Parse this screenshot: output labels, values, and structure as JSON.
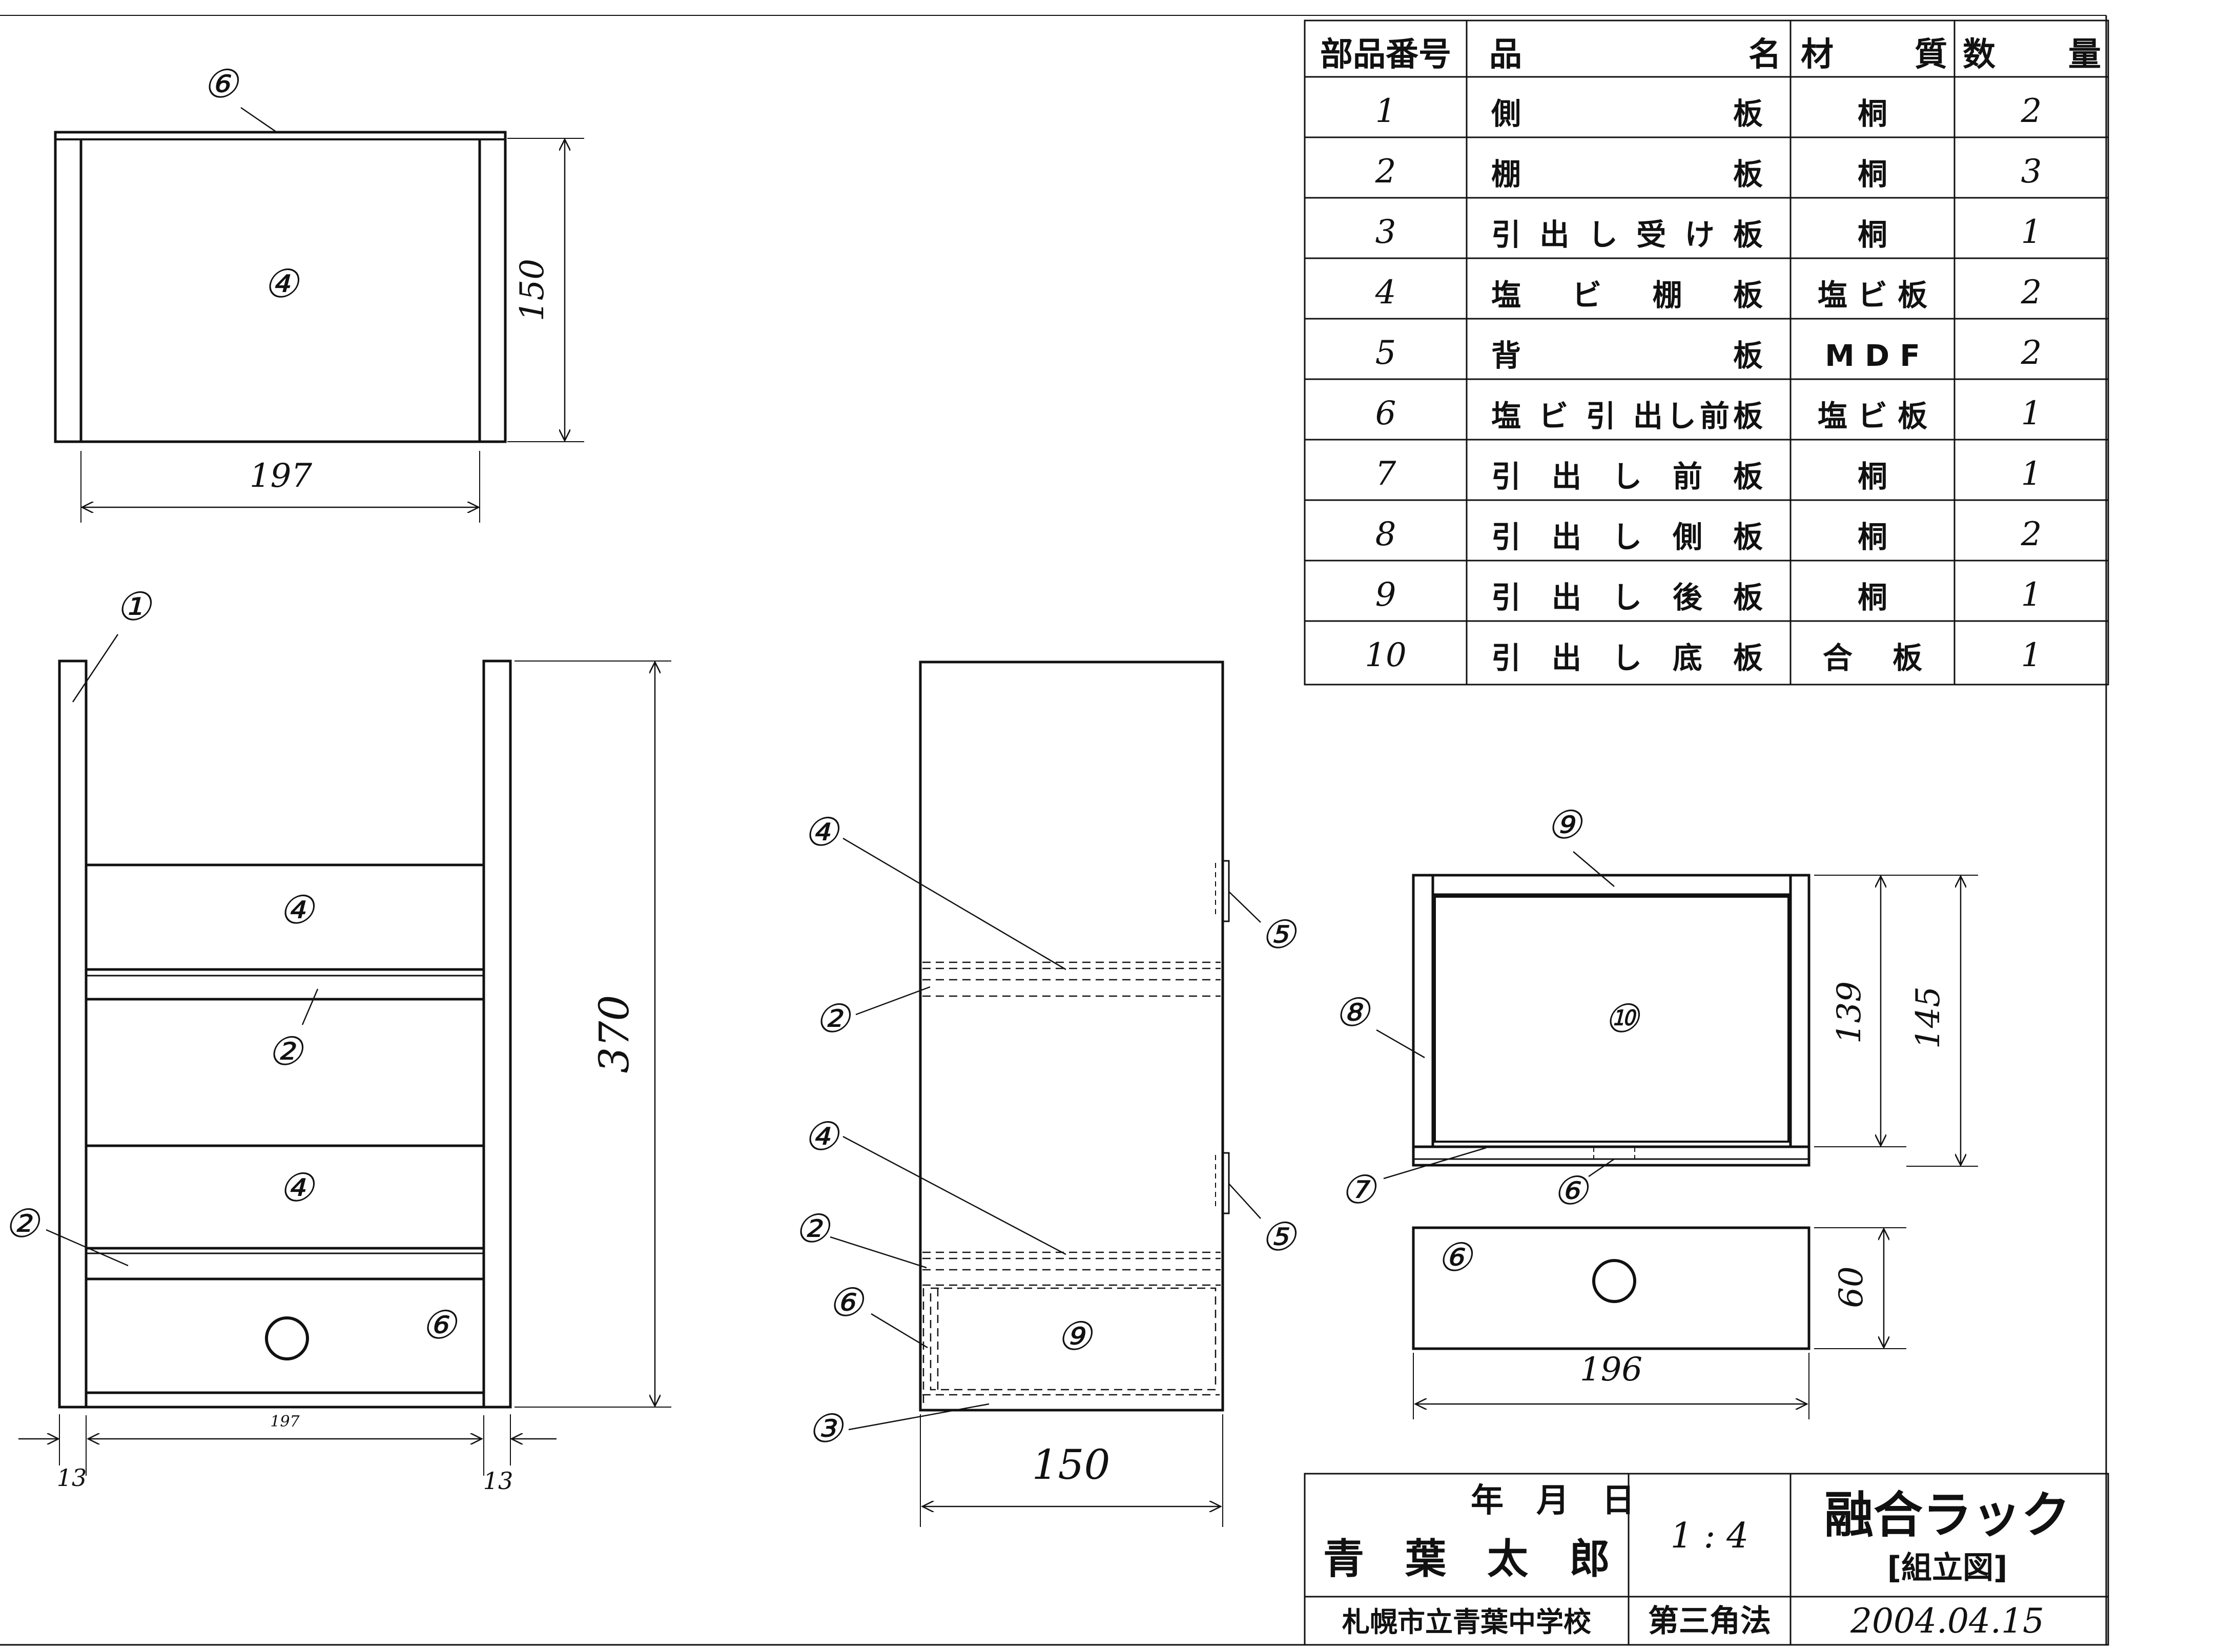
{
  "parts_table": {
    "headers": {
      "no": "部品番号",
      "name_a": "品",
      "name_b": "名",
      "mat_a": "材",
      "mat_b": "質",
      "qty_a": "数",
      "qty_b": "量"
    },
    "rows": [
      {
        "no": "1",
        "name": "側　　　　　板",
        "mat": "桐",
        "qty": "2"
      },
      {
        "no": "2",
        "name": "棚　　　　　板",
        "mat": "桐",
        "qty": "3"
      },
      {
        "no": "3",
        "name": "引 出 し 受 け 板",
        "mat": "桐",
        "qty": "1"
      },
      {
        "no": "4",
        "name": "塩　ビ　棚　板",
        "mat": "塩 ビ 板",
        "qty": "2"
      },
      {
        "no": "5",
        "name": "背　　　　　板",
        "mat": "M D F",
        "qty": "2"
      },
      {
        "no": "6",
        "name": "塩 ビ 引 出し前板",
        "mat": "塩 ビ 板",
        "qty": "1"
      },
      {
        "no": "7",
        "name": "引　出　し　前　板",
        "mat": "桐",
        "qty": "1"
      },
      {
        "no": "8",
        "name": "引　出　し　側　板",
        "mat": "桐",
        "qty": "2"
      },
      {
        "no": "9",
        "name": "引　出　し　後　板",
        "mat": "桐",
        "qty": "1"
      },
      {
        "no": "10",
        "name": "引　出　し　底　板",
        "mat": "合　 板",
        "qty": "1"
      }
    ]
  },
  "title_block": {
    "date_label": "年　月　日",
    "author": "青　葉　太　郎",
    "scale": "1 : 4",
    "title": "融合ラック",
    "subtitle": "[組立図]",
    "school": "札幌市立青葉中学校",
    "projection": "第三角法",
    "date": "2004.04.15"
  },
  "dimensions": {
    "top_width": "197",
    "top_depth": "150",
    "front_height": "370",
    "front_inner_width": "197",
    "side_thickness_left": "13",
    "side_thickness_right": "13",
    "side_depth": "150",
    "drawer_inner_depth": "139",
    "drawer_outer_depth": "145",
    "drawer_front_width": "196",
    "drawer_front_height": "60"
  },
  "balloons": {
    "b1": "①",
    "b2": "②",
    "b3": "③",
    "b4": "④",
    "b5": "⑤",
    "b6": "⑥",
    "b7": "⑦",
    "b8": "⑧",
    "b9": "⑨",
    "b10": "⑩"
  }
}
